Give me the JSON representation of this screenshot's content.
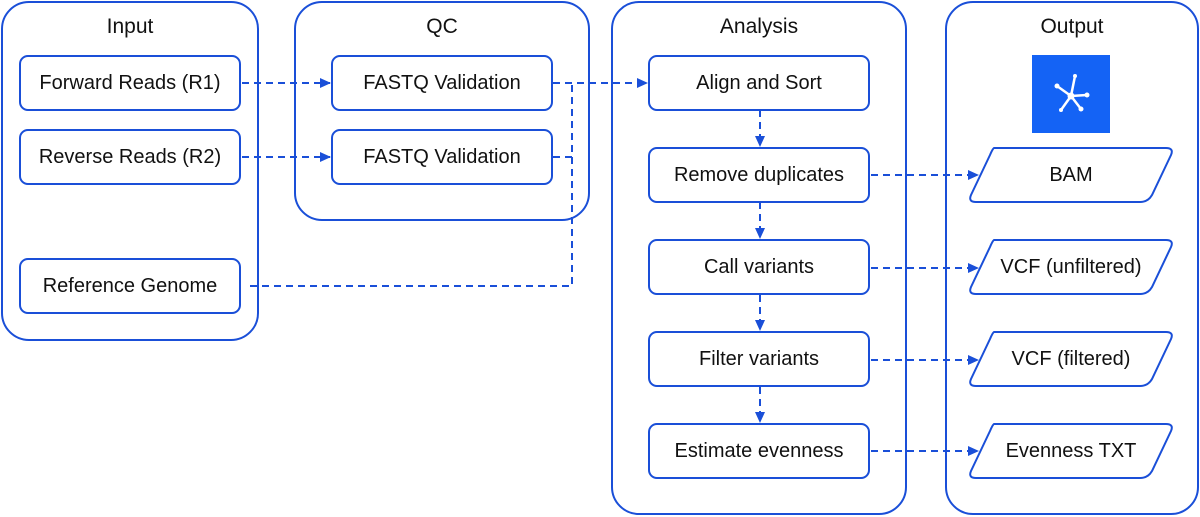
{
  "groups": {
    "input": "Input",
    "qc": "QC",
    "analysis": "Analysis",
    "output": "Output"
  },
  "input": {
    "r1": "Forward Reads (R1)",
    "r2": "Reverse Reads (R2)",
    "ref": "Reference Genome"
  },
  "qc": {
    "v1": "FASTQ Validation",
    "v2": "FASTQ Validation"
  },
  "analysis": {
    "align": "Align and Sort",
    "dedup": "Remove duplicates",
    "call": "Call variants",
    "filter": "Filter variants",
    "even": "Estimate evenness"
  },
  "output": {
    "logo_icon": "network-logo-icon",
    "bam": "BAM",
    "vcf_unfiltered": "VCF (unfiltered)",
    "vcf_filtered": "VCF (filtered)",
    "evenness": "Evenness TXT"
  },
  "colors": {
    "accent": "#1a4fd8",
    "logo_bg": "#1463f5"
  }
}
